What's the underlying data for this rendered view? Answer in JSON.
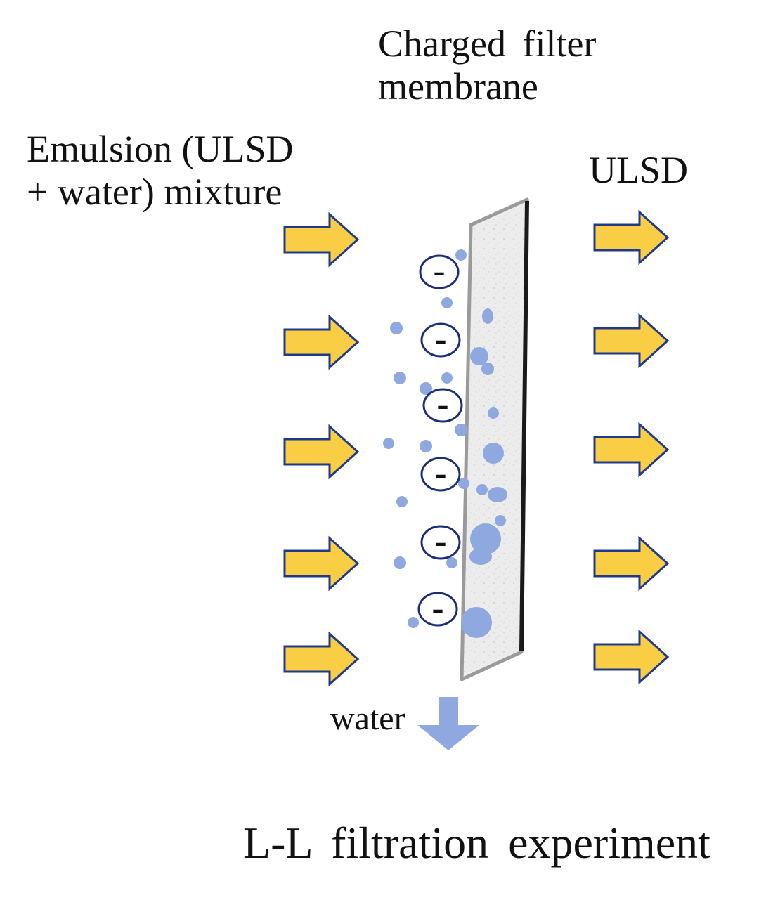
{
  "labels": {
    "membrane": [
      "Charged  filter",
      "membrane"
    ],
    "emulsion": [
      "Emulsion (ULSD",
      "+ water) mixture"
    ],
    "ulsd": "ULSD",
    "water": "water",
    "caption": "L-L filtration  experiment"
  },
  "charge_symbol": "–",
  "icons": {
    "flow": "right-arrow-icon",
    "drain": "down-arrow-icon",
    "charge": "negative-charge-icon"
  },
  "colors": {
    "arrow_fill": "#f9cd44",
    "arrow_stroke": "#1f3a8a",
    "droplet": "#8fa9e0",
    "charge_ring": "#1b2e7a",
    "membrane_face": "#ececec",
    "membrane_edge": "#1a1a1a",
    "membrane_frame": "#9a9a9a",
    "drain_arrow": "#8fa9e0"
  }
}
